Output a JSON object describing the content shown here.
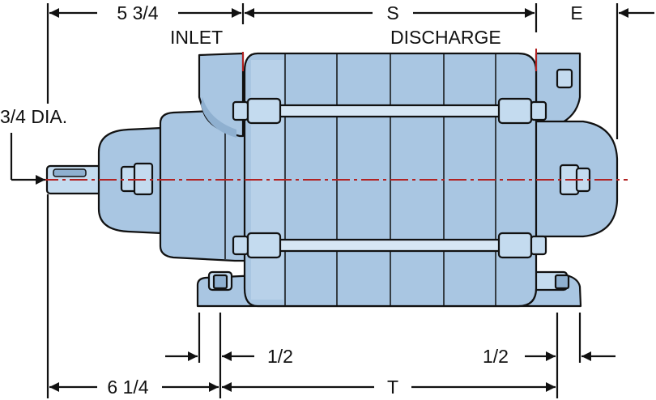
{
  "labels": {
    "top_left_dim": "5 3/4",
    "s_dim": "S",
    "e_dim": "E",
    "inlet": "INLET",
    "discharge": "DISCHARGE",
    "shaft_dia": "3/4 DIA.",
    "left_half": "1/2",
    "right_half": "1/2",
    "bottom_left_dim": "6 1/4",
    "t_dim": "T"
  },
  "colors": {
    "body_fill": "#a9c6e2",
    "body_light": "#c4dbef",
    "body_dark": "#8fb0d0",
    "centerline": "#b22222",
    "outline": "#111111"
  }
}
